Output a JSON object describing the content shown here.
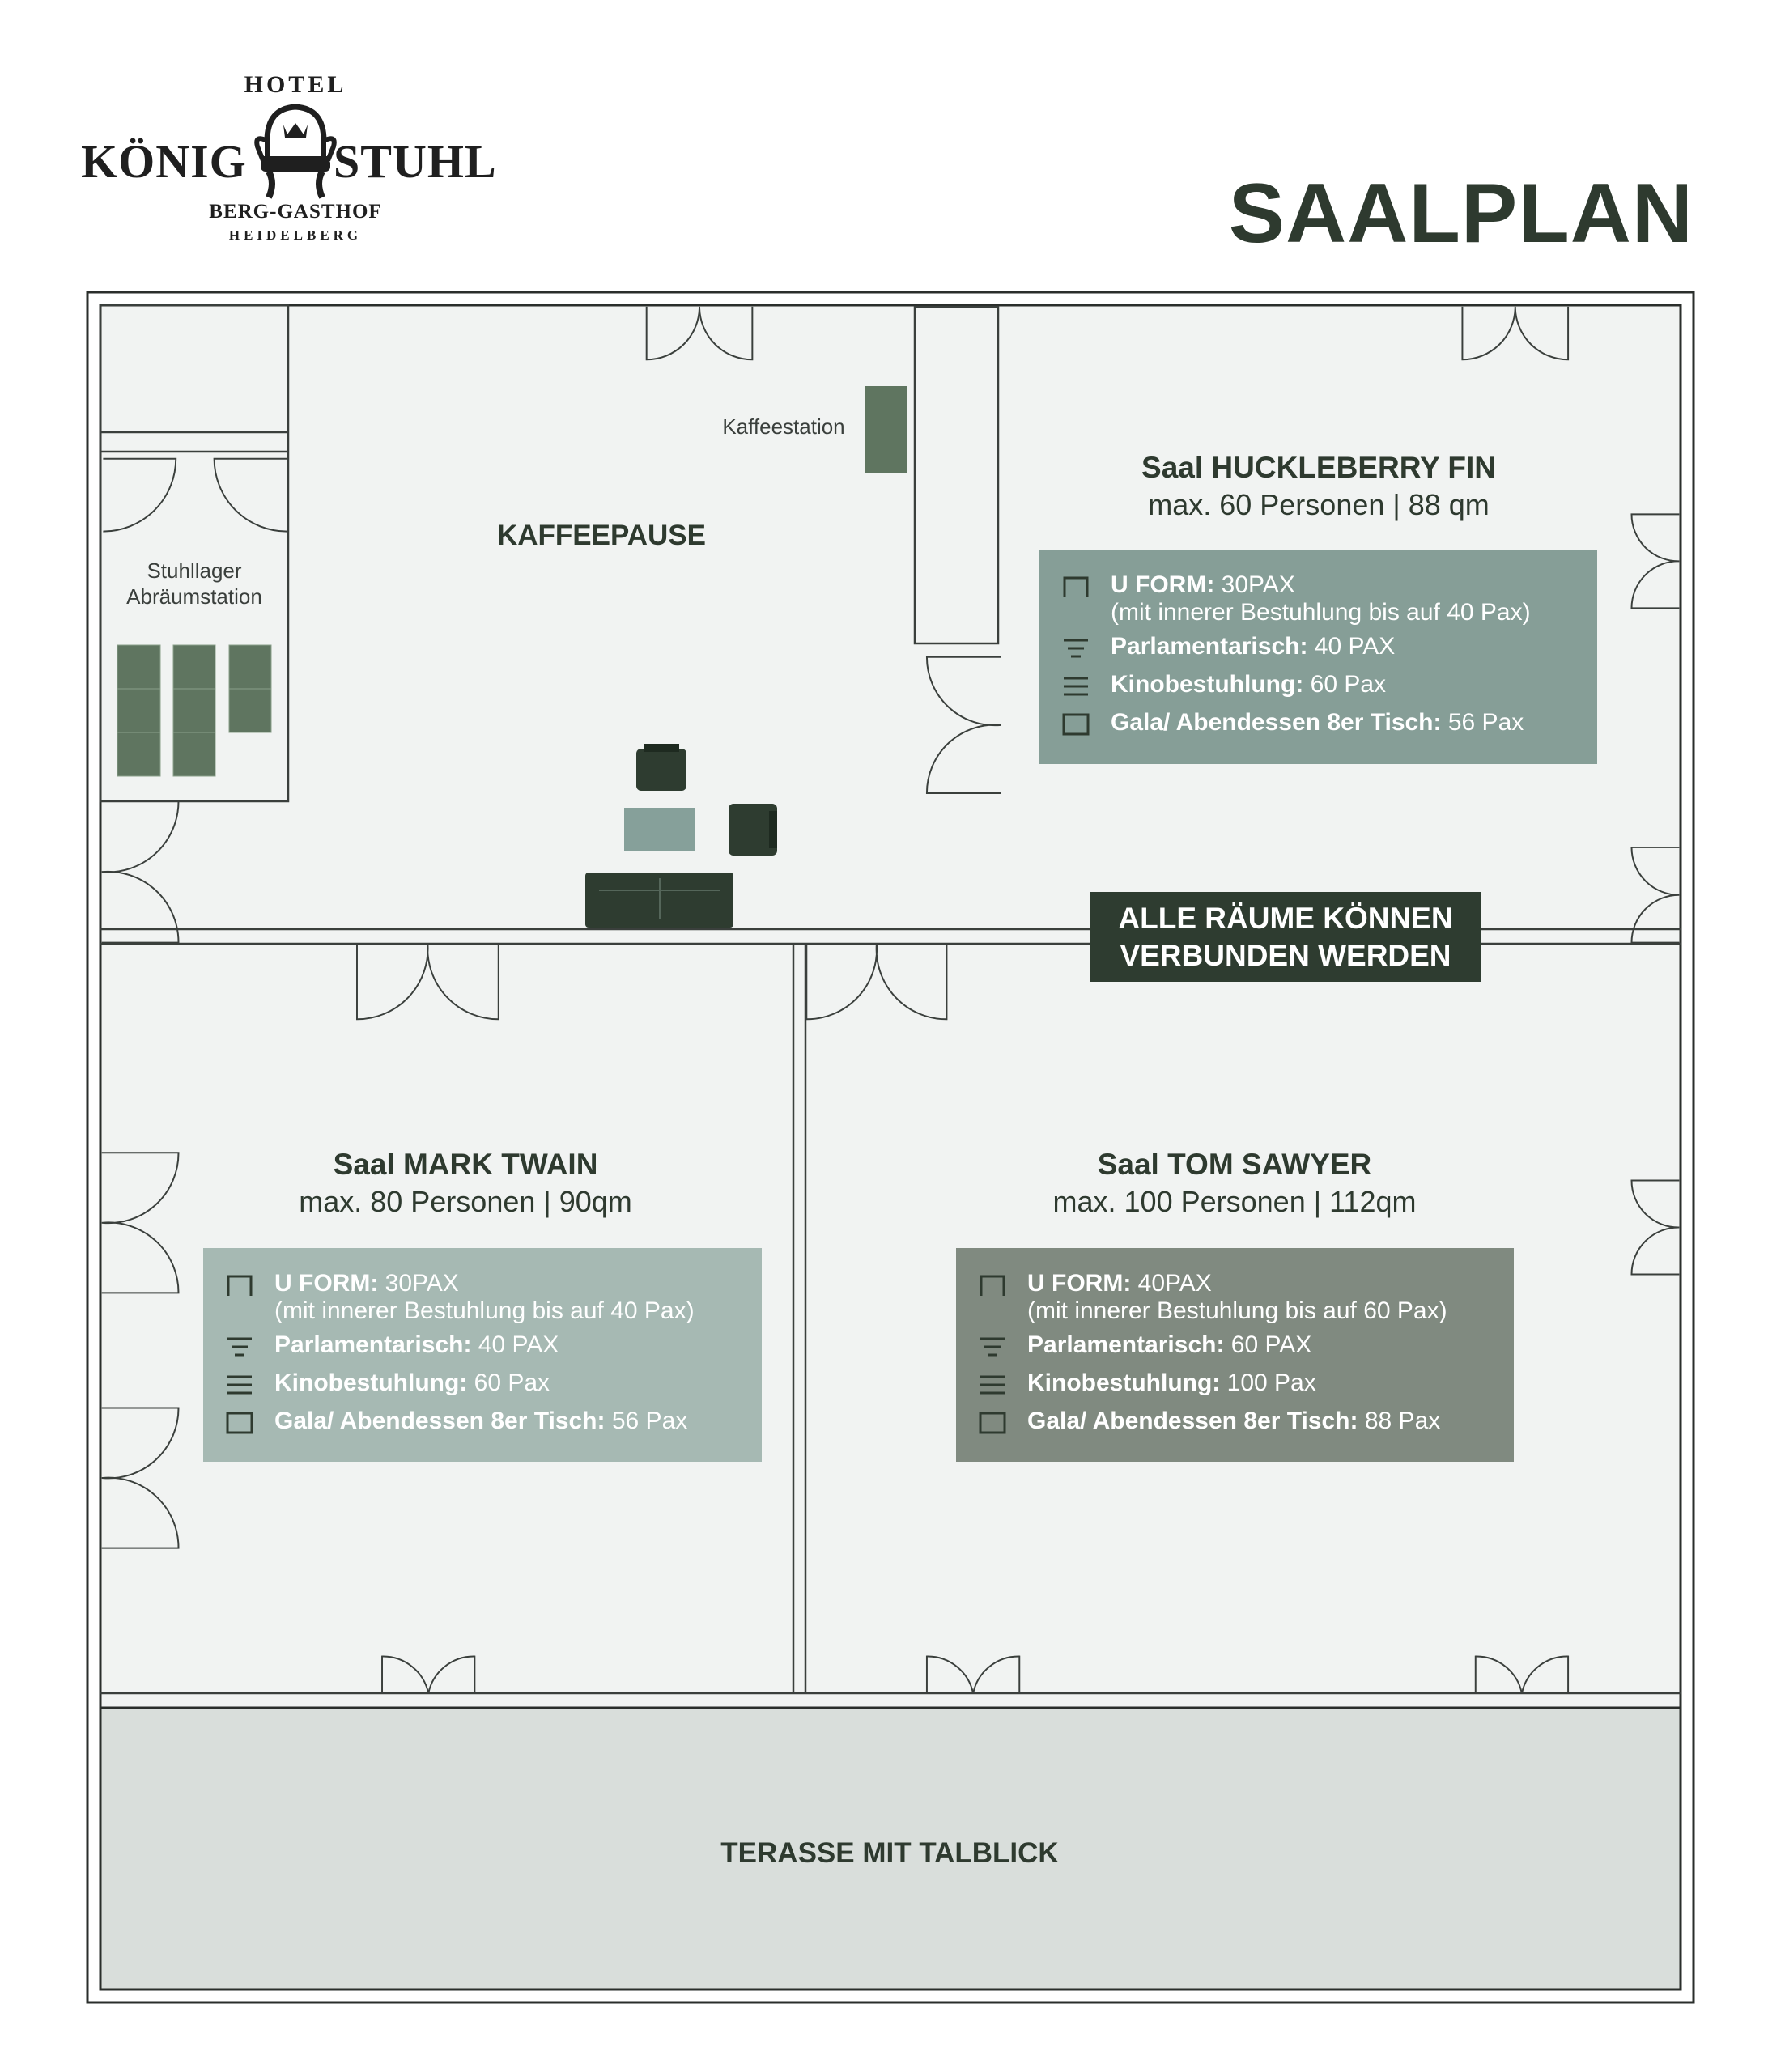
{
  "logo": {
    "hotel": "HOTEL",
    "left": "KÖNIG",
    "right": "STUHL",
    "line1": "BERG-GASTHOF",
    "line2": "HEIDELBERG"
  },
  "page_title": "SAALPLAN",
  "areas": {
    "kaffeepause": "KAFFEEPAUSE",
    "kaffeestation": "Kaffeestation",
    "stuhllager_1": "Stuhllager",
    "stuhllager_2": "Abräumstation",
    "terrasse": "TERASSE MIT TALBLICK"
  },
  "connect_notice": {
    "line1": "ALLE RÄUME KÖNNEN",
    "line2": "VERBUNDEN WERDEN"
  },
  "rooms": [
    {
      "name": "Saal HUCKLEBERRY FIN",
      "capacity": "max. 60 Personen | 88 qm",
      "color": "#869e97",
      "u_form_label": "U FORM:",
      "u_form_value": " 30PAX",
      "u_form_note": "(mit innerer Bestuhlung bis auf 40 Pax)",
      "parl_label": "Parlamentarisch:",
      "parl_value": " 40 PAX",
      "kino_label": "Kinobestuhlung:",
      "kino_value": " 60 Pax",
      "gala_label": "Gala/ Abendessen 8er Tisch:",
      "gala_value": " 56 Pax"
    },
    {
      "name": "Saal MARK TWAIN",
      "capacity": "max. 80 Personen | 90qm",
      "color": "#a6b9b3",
      "u_form_label": "U FORM:",
      "u_form_value": " 30PAX",
      "u_form_note": "(mit innerer Bestuhlung bis auf 40 Pax)",
      "parl_label": "Parlamentarisch:",
      "parl_value": " 40 PAX",
      "kino_label": "Kinobestuhlung:",
      "kino_value": " 60 Pax",
      "gala_label": "Gala/ Abendessen 8er Tisch:",
      "gala_value": " 56 Pax"
    },
    {
      "name": "Saal TOM SAWYER",
      "capacity": "max. 100 Personen | 112qm",
      "color": "#808a80",
      "u_form_label": "U FORM:",
      "u_form_value": " 40PAX",
      "u_form_note": "(mit innerer Bestuhlung bis auf 60 Pax)",
      "parl_label": "Parlamentarisch:",
      "parl_value": " 60 PAX",
      "kino_label": "Kinobestuhlung:",
      "kino_value": " 100 Pax",
      "gala_label": "Gala/ Abendessen 8er Tisch:",
      "gala_value": " 88 Pax"
    }
  ],
  "colors": {
    "text": "#2e3a2f",
    "floor": "#f1f3f2",
    "terrace": "#d9dedb",
    "furniture": "#2e3c30",
    "station": "#5f7560"
  }
}
